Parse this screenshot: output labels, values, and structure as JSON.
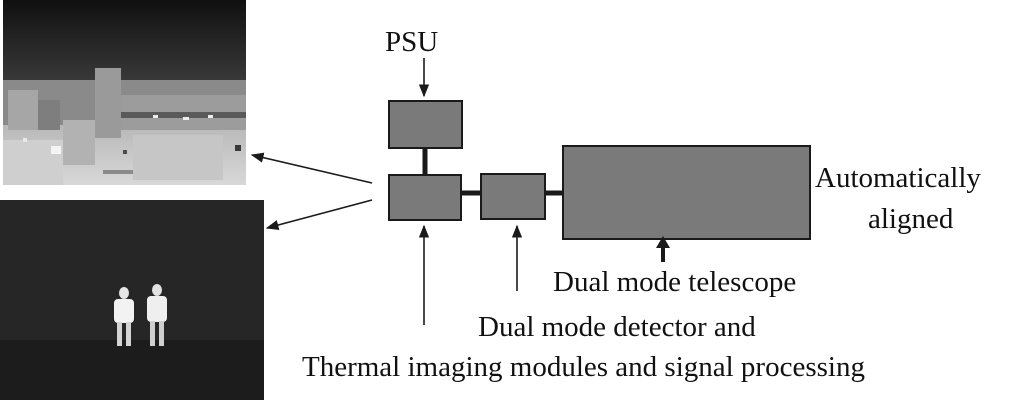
{
  "colors": {
    "block_fill": "#7a7a7a",
    "block_stroke": "#1a1a1a",
    "line": "#1a1a1a"
  },
  "labels": {
    "psu": "PSU",
    "aligned_line1": "Automatically",
    "aligned_line2": "aligned",
    "telescope": "Dual mode telescope",
    "detector": "Dual mode detector and",
    "thermal": "Thermal imaging modules and signal processing"
  },
  "images": {
    "top": "thermal-image-city-scene",
    "bottom": "thermal-image-two-people-at-night"
  }
}
